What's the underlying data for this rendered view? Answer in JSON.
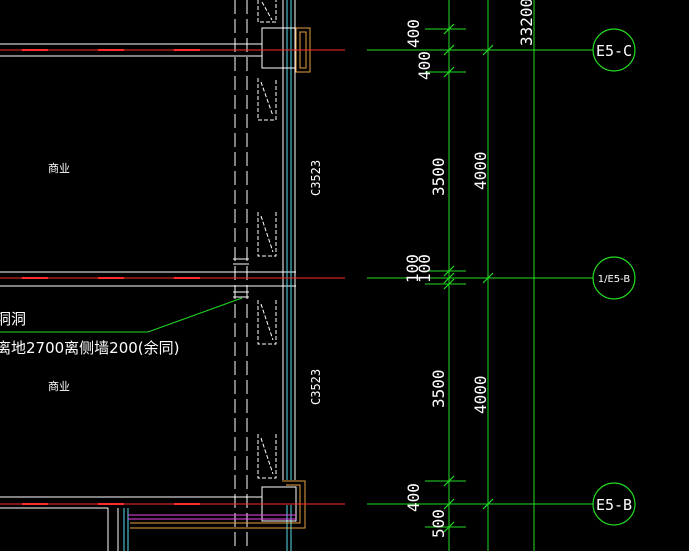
{
  "room_labels": [
    "商业",
    "商业"
  ],
  "window_labels": [
    "C3523",
    "C3523"
  ],
  "annotation": {
    "line1": "洞洞",
    "line2": "离地2700离侧墙200(余同)"
  },
  "dimensions": {
    "col1": [
      "400",
      "400",
      "3500",
      "100",
      "100",
      "3500",
      "400",
      "500"
    ],
    "col2": [
      "4000",
      "4000"
    ],
    "col3": [
      "33200"
    ]
  },
  "axis_bubbles": [
    "E5-C",
    "1/E5-B",
    "E5-B"
  ],
  "colors": {
    "background": "#000000",
    "axis_red": "#ff2a2a",
    "dimension_green": "#22dd22",
    "wall_white": "#ffffff",
    "window_cyan": "#55ddee",
    "column_orange": "#e8a040",
    "magenta": "#ee44ee"
  }
}
